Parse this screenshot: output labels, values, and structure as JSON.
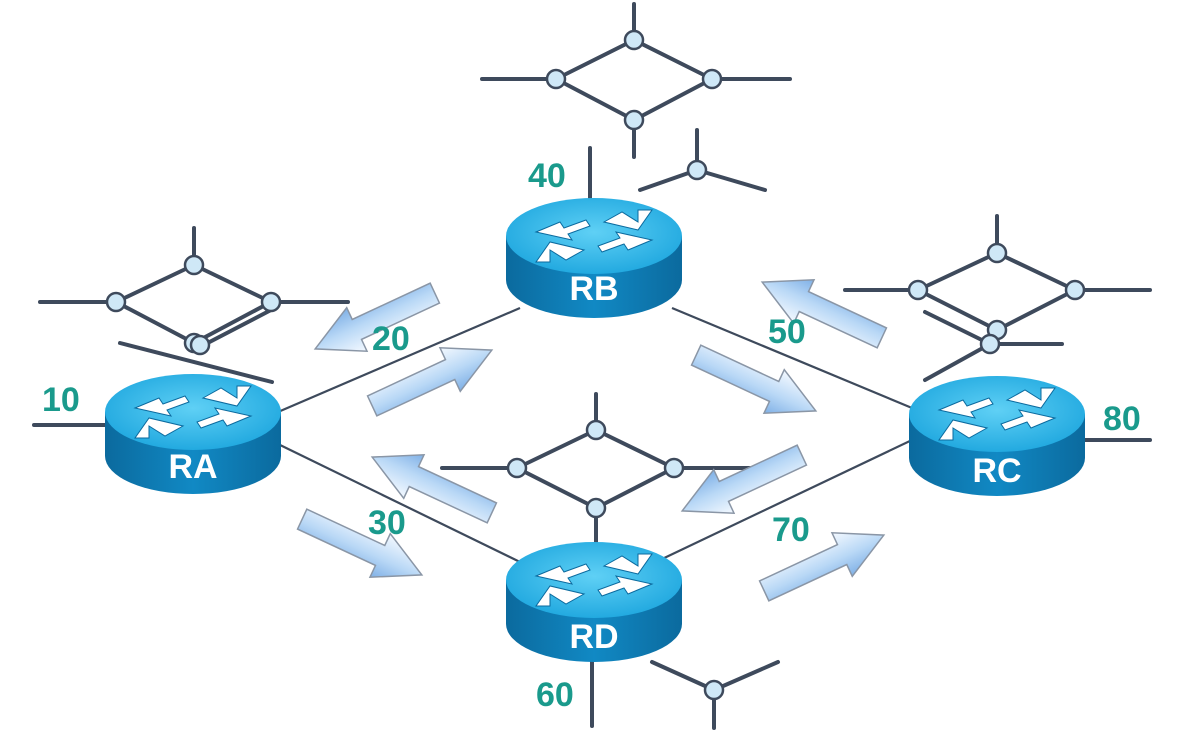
{
  "routers": {
    "ra": {
      "label": "RA"
    },
    "rb": {
      "label": "RB"
    },
    "rc": {
      "label": "RC"
    },
    "rd": {
      "label": "RD"
    }
  },
  "labels": {
    "l10": "10",
    "l20": "20",
    "l30": "30",
    "l40": "40",
    "l50": "50",
    "l60": "60",
    "l70": "70",
    "l80": "80"
  },
  "colors": {
    "router_top": "#29b6ea",
    "router_side": "#0a7ab3",
    "label_teal": "#1a9a8c",
    "line": "#3e4a5c",
    "node_fill": "#cfe8f7"
  }
}
